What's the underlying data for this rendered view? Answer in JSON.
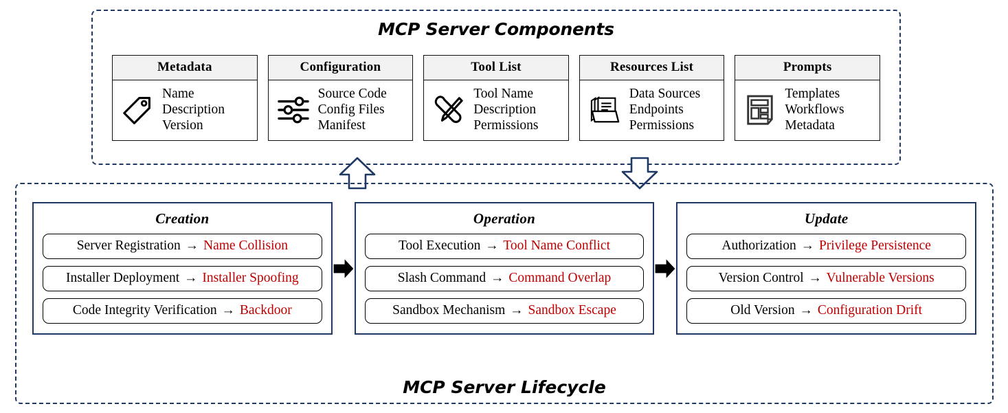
{
  "components_panel": {
    "title": "MCP Server Components",
    "cards": [
      {
        "header": "Metadata",
        "icon": "tag-icon",
        "lines": [
          "Name",
          "Description",
          "Version"
        ]
      },
      {
        "header": "Configuration",
        "icon": "sliders-icon",
        "lines": [
          "Source Code",
          "Config Files",
          "Manifest"
        ]
      },
      {
        "header": "Tool List",
        "icon": "tools-icon",
        "lines": [
          "Tool Name",
          "Description",
          "Permissions"
        ]
      },
      {
        "header": "Resources List",
        "icon": "folder-documents-icon",
        "lines": [
          "Data Sources",
          "Endpoints",
          "Permissions"
        ]
      },
      {
        "header": "Prompts",
        "icon": "template-page-icon",
        "lines": [
          "Templates",
          "Workflows",
          "Metadata"
        ]
      }
    ]
  },
  "connectors": {
    "up_arrow": "arrow-up-icon",
    "down_arrow": "arrow-down-icon",
    "stage_arrow": "arrow-right-icon"
  },
  "lifecycle_panel": {
    "title": "MCP Server Lifecycle",
    "stages": [
      {
        "title": "Creation",
        "items": [
          {
            "normal": "Server Registration",
            "arrow": "→",
            "threat": "Name Collision"
          },
          {
            "normal": "Installer Deployment",
            "arrow": "→",
            "threat": "Installer Spoofing"
          },
          {
            "normal": "Code Integrity Verification",
            "arrow": "→",
            "threat": "Backdoor"
          }
        ]
      },
      {
        "title": "Operation",
        "items": [
          {
            "normal": "Tool Execution",
            "arrow": "→",
            "threat": "Tool Name Conflict"
          },
          {
            "normal": "Slash Command",
            "arrow": "→",
            "threat": "Command Overlap"
          },
          {
            "normal": "Sandbox Mechanism",
            "arrow": "→",
            "threat": "Sandbox Escape"
          }
        ]
      },
      {
        "title": "Update",
        "items": [
          {
            "normal": "Authorization",
            "arrow": "→",
            "threat": "Privilege Persistence"
          },
          {
            "normal": "Version Control",
            "arrow": "→",
            "threat": "Vulnerable Versions"
          },
          {
            "normal": "Old Version",
            "arrow": "→",
            "threat": "Configuration Drift"
          }
        ]
      }
    ]
  },
  "colors": {
    "panel_border": "#1F3864",
    "threat_text": "#C00000",
    "card_header_bg": "#F2F2F2",
    "card_border": "#111111",
    "stage_arrow": "#000000"
  }
}
